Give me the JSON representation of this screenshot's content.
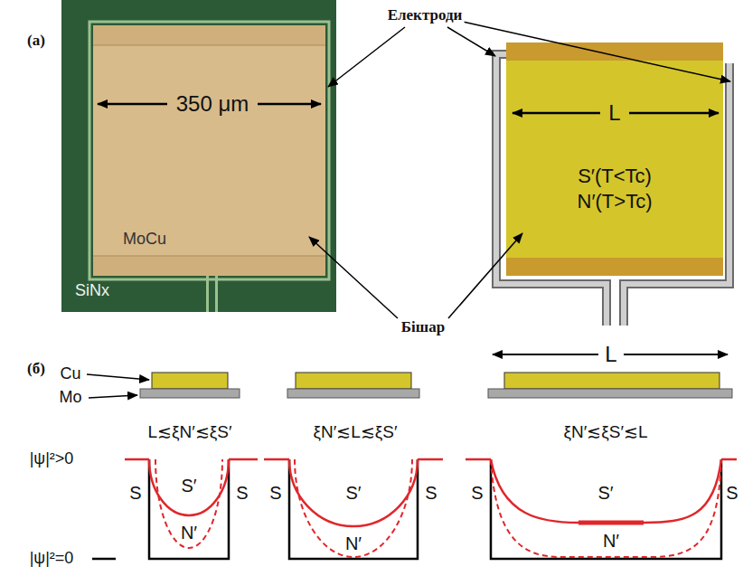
{
  "diagram": {
    "nodes": [
      {
        "text": [
          "SiNx"
        ]
      },
      {
        "text": [
          "350 μm",
          "MoCu"
        ],
        "in": 0
      },
      {
        "text": [
          "L",
          "S′(T<Tc)",
          "N′(T>Tc)"
        ]
      }
    ],
    "labels": [
      "(а)",
      "Електроди",
      "Бішар",
      "(б)",
      "Cu",
      "Mo",
      "L",
      "L≲ξN′≲ξS′",
      "ξN′≲L≲ξS′",
      "ξN′≲ξS′≲L",
      "|ψ|²>0",
      "|ψ|²=0",
      "S",
      "S′",
      "S",
      "N′",
      "S",
      "S′",
      "S",
      "N′",
      "S",
      "S′",
      "S",
      "N′"
    ]
  }
}
